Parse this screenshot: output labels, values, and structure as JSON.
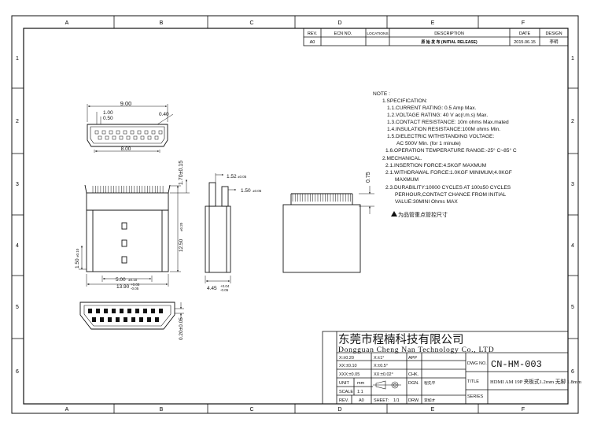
{
  "border": {
    "columns": [
      "A",
      "B",
      "C",
      "D",
      "E",
      "F"
    ],
    "rows": [
      "1",
      "2",
      "3",
      "4",
      "5",
      "6"
    ]
  },
  "revision_table": {
    "headers": {
      "rev": "REV.",
      "ecn": "ECN NO.",
      "locations": "LOCATIONS",
      "description": "DESCRIPTION",
      "date": "DATE",
      "design": "DESIGN"
    },
    "row": {
      "rev": "A0",
      "ecn": "",
      "locations": "",
      "description": "原 始 发 布 (INITIAL RELEASE)",
      "date": "2015.06.15",
      "design": "李明"
    }
  },
  "notes": {
    "title": "NOTE :",
    "lines": [
      "1.SPECIFICATION:",
      "1.1.CURRENT RATING: 0.5 Amp Max.",
      "1.2.VOLTAGE RATING: 40 V ac(r.m.s) Max.",
      "1.3.CONTACT RESISTANCE: 10m ohms Max.mated",
      "1.4.INSULATION RESISTANCE:100M ohms Min.",
      "1.5.DIELECTRIC WITHSTANDING VOLTAGE:",
      "AC 500V Min. (for 1 minute)",
      "1.6.OPERATION TEMPERATURE RANGE:-25° C~85° C",
      "2.MECHANICAL.",
      "2.1.INSERTION FORCE:4.5KGF MAXMUM",
      "2.1.WITHDRAWAL FORCE:1.0KGF MINIMUM;4.0KGF",
      "MAXMUM",
      "2.3.DURABILITY:10000 CYCLES AT 100±50 CYCLES",
      "PERHOUR,CONTACT CHANCE FROM INITIAL",
      "VALUE:30MINI Ohms MAX"
    ],
    "key_dim_note": "为品管重点管控尺寸"
  },
  "dimensions": {
    "top_width": "9.00",
    "pin_pitch": "1.00",
    "pin_width": "0.50",
    "edge": "0.40",
    "inner_width": "8.00",
    "total_height": "1.70±0.15",
    "side_1": "1.52",
    "side_1_tol": "±0.05",
    "side_2": "1.50",
    "side_2_tol": "±0.05",
    "right_075": "0.75",
    "body_height": "12.50",
    "body_height_tol": "±0.20",
    "left_15": "1.50",
    "left_15_tol": "±0.10",
    "w_500": "5.00",
    "w_500_tol": "±0.10",
    "w_1390": "13.90",
    "w_1390_tol_up": "+0.05",
    "w_1390_tol_dn": "-0.05",
    "w_445": "4.45",
    "w_445_tol_up": "+0.04",
    "w_445_tol_dn": "-0.05",
    "small_020": "0.20±0.05"
  },
  "title_block": {
    "company_cn": "东莞市程楠科技有限公司",
    "company_en": "Dongguan Cheng Nan Technology Co., LTD",
    "tol_x1": "X:±0.20",
    "tol_x2": "X:±1°",
    "tol_xx1": "XX:±0.10",
    "tol_xx2": "X:±0.5°",
    "tol_xxx1": "XXX:±0.05",
    "tol_xxx2": "XX:±0.02°",
    "unit_label": "UNIT",
    "unit_value": "mm",
    "scale_label": "SCALE",
    "scale_value": "1:1",
    "rev_label": "REV.",
    "rev_value": "A0",
    "sheet_label": "SHEET:",
    "sheet_value": "1/1",
    "app_label": "APP",
    "chk_label": "CHK.",
    "dgn_label": "DGN.",
    "dgn_value": "程先平",
    "drw_label": "DRW.",
    "drw_value": "李如才",
    "dwg_no_label": "DWG NO.",
    "dwg_no_value": "CN-HM-003",
    "title_label": "TITLE",
    "title_value": "HDMI AM 19P 夹板式1.2mm 无脚 1.8mm",
    "series_label": "SERIES"
  }
}
